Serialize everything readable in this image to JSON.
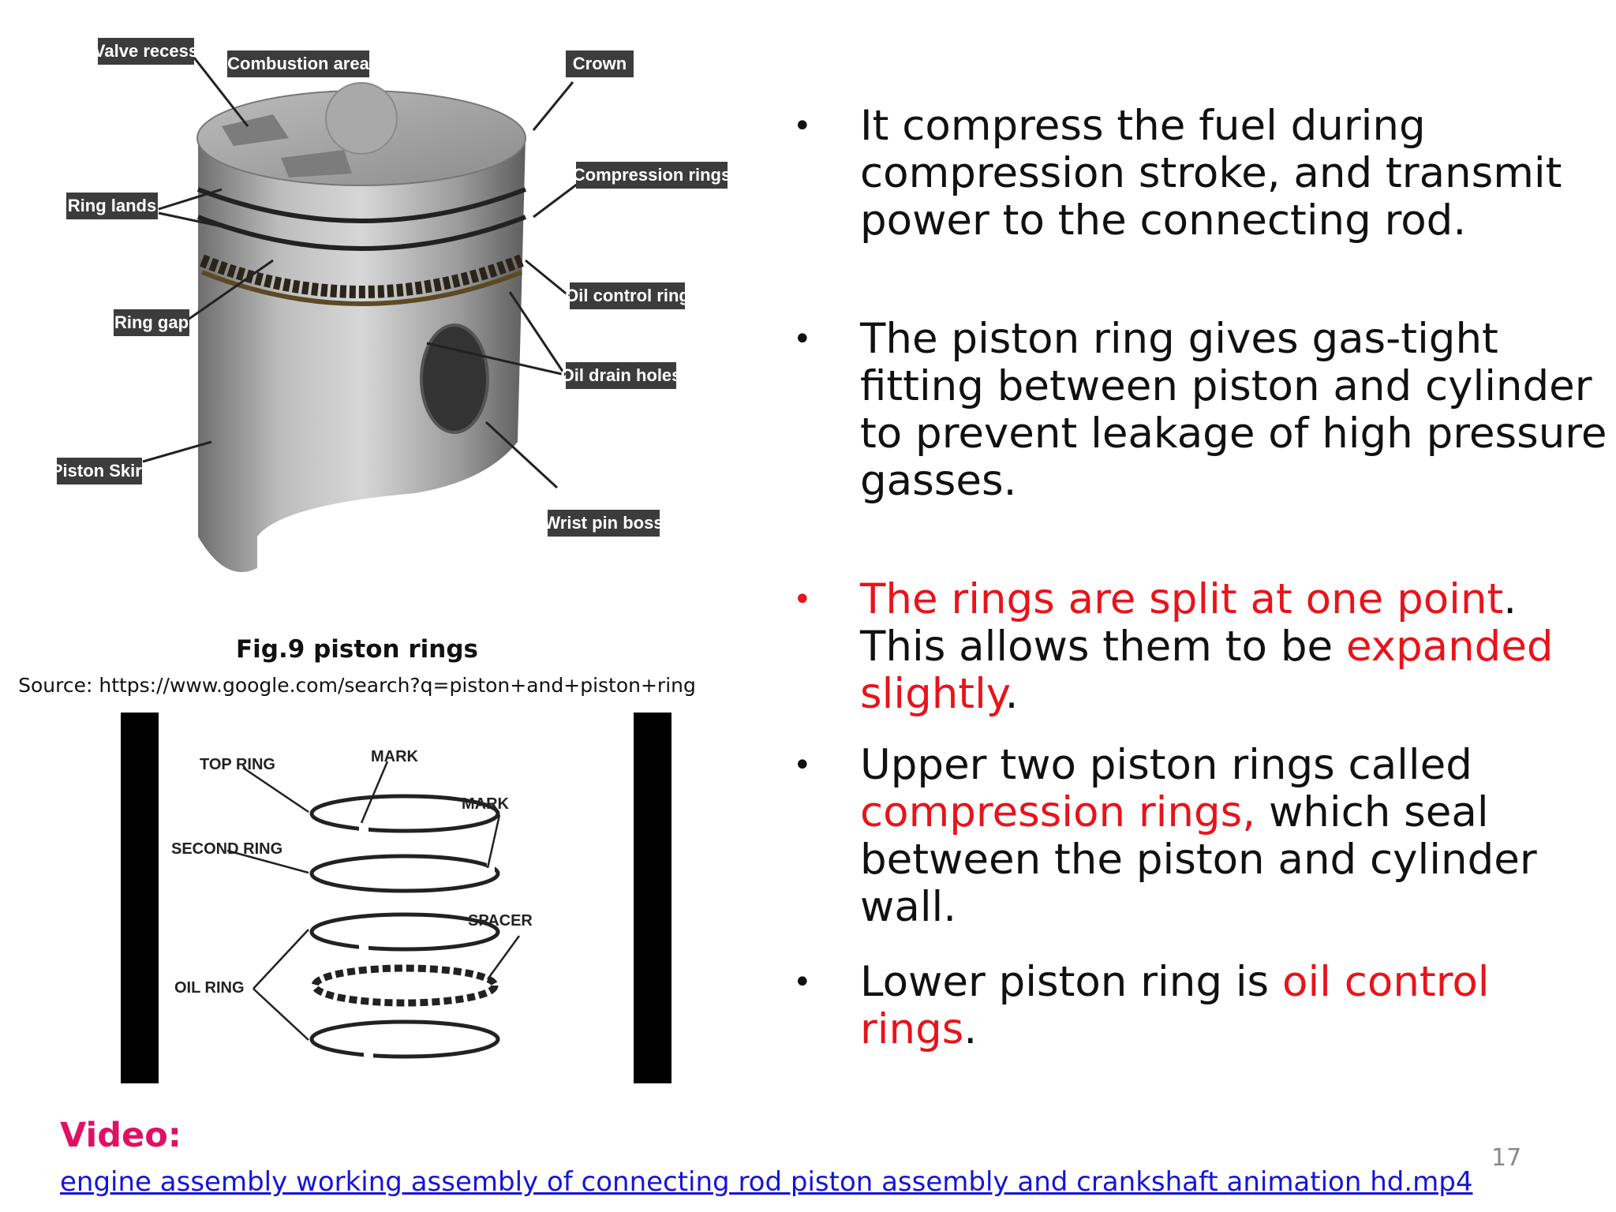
{
  "figure1": {
    "callouts": {
      "valve_recess": "Valve recess",
      "combustion_area": "Combustion area",
      "crown": "Crown",
      "compression_rings": "Compression rings",
      "ring_lands": "Ring lands",
      "oil_control_ring": "Oil control ring",
      "ring_gap": "Ring gap",
      "oil_drain_holes": "Oil drain holes",
      "piston_skirt": "Piston Skirt",
      "wrist_pin_boss": "Wrist pin boss"
    },
    "caption": "Fig.9  piston rings",
    "source": "Source: https://www.google.com/search?q=piston+and+piston+ring"
  },
  "figure2": {
    "labels": {
      "top_ring": "TOP RING",
      "mark_1": "MARK",
      "mark_2": "MARK",
      "second_ring": "SECOND RING",
      "spacer": "SPACER",
      "oil_ring": "OIL RING"
    }
  },
  "bullets": {
    "b1": "It compress the fuel during compression stroke, and transmit power to the connecting rod.",
    "b2": "The piston ring gives gas-tight fitting between piston and cylinder to prevent leakage of high pressure gasses.",
    "b3_red1": "The rings are split at one point",
    "b3_black1": ". This allows them to be ",
    "b3_red2": "expanded slightly",
    "b3_black2": ".",
    "b4_black1": "Upper two piston rings called ",
    "b4_red": "compression rings,",
    "b4_black2": " which seal between the piston and cylinder wall.",
    "b5_black": "Lower piston ring is ",
    "b5_red": "oil control rings",
    "b5_black2": "."
  },
  "bullet_glyph": "•",
  "video": {
    "label": "Video:",
    "link_text": "engine assembly working assembly of connecting rod piston assembly and crankshaft animation hd.mp4"
  },
  "page_number": "17",
  "colors": {
    "accent_red": "#e8141b",
    "video_label": "#e11064",
    "link": "#1515d8"
  }
}
